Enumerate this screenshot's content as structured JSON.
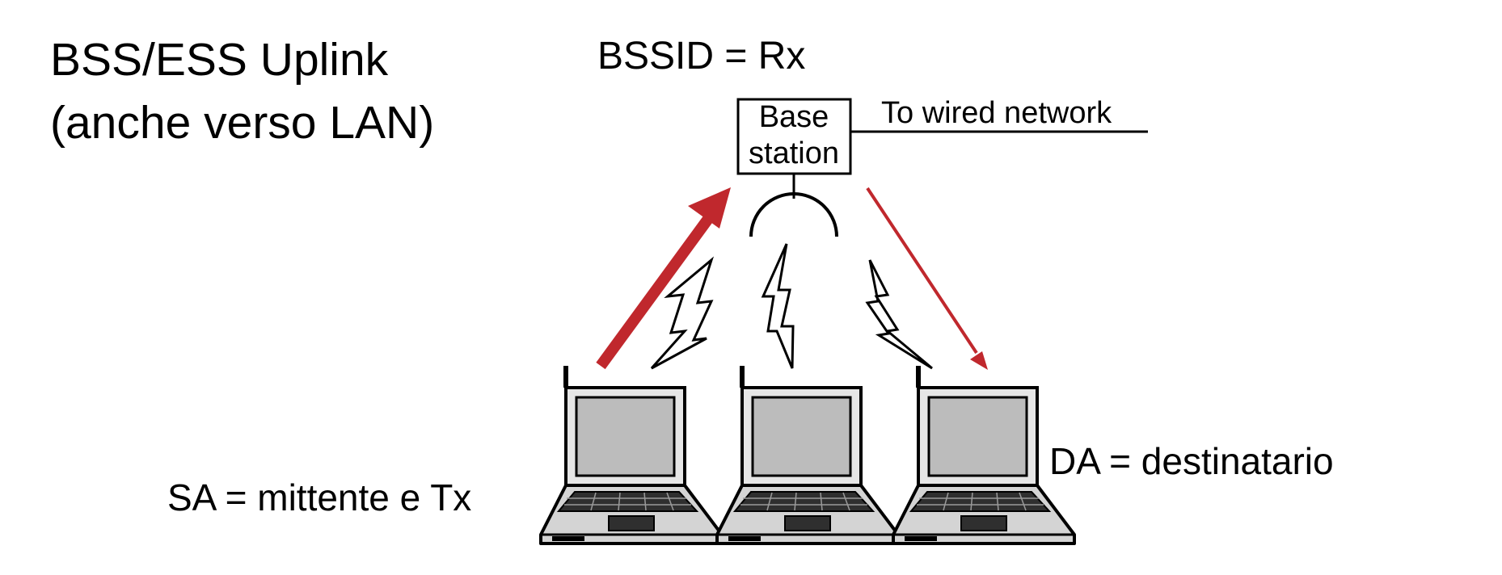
{
  "slide": {
    "title_line_1": "BSS/ESS Uplink",
    "title_line_2": "(anche verso LAN)",
    "bssid_label": "BSSID = Rx",
    "sa_label": "SA = mittente e Tx",
    "da_label": "DA = destinatario"
  },
  "diagram": {
    "base_station_line_1": "Base",
    "base_station_line_2": "station",
    "wired_network_label": "To wired network"
  },
  "colors": {
    "arrow": "#c0282d",
    "laptop_screen": "#bcbcbc",
    "laptop_body": "#d4d4d4"
  }
}
